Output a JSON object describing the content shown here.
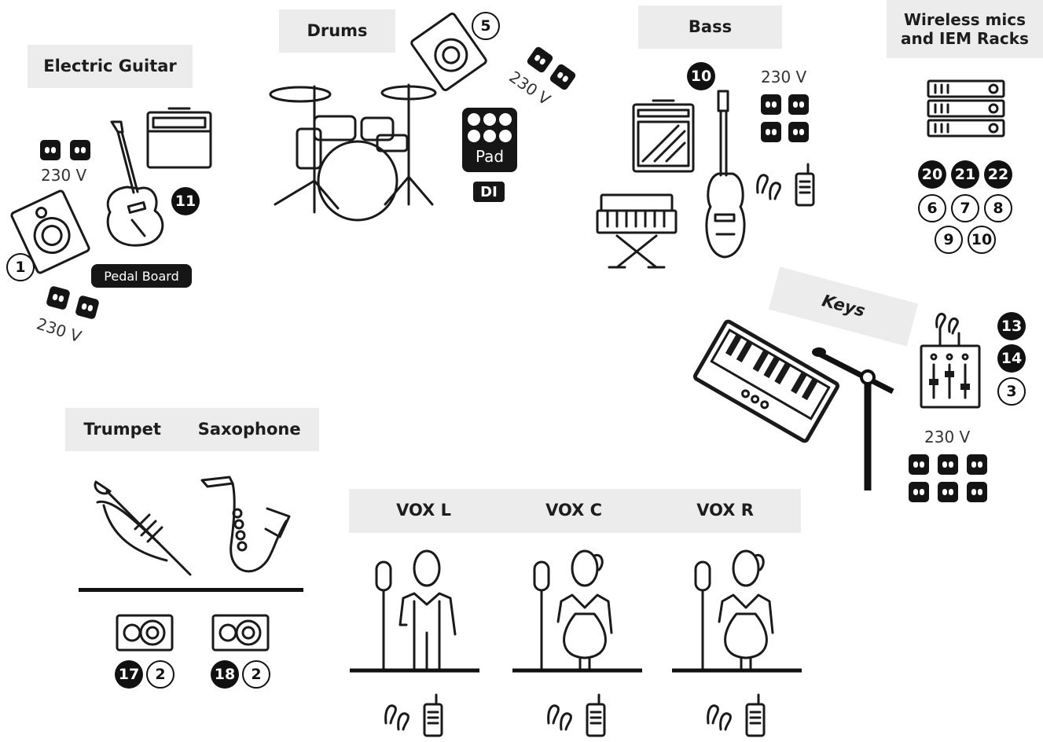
{
  "labels": {
    "electric_guitar": "Electric Guitar",
    "drums": "Drums",
    "bass": "Bass",
    "wireless": "Wireless mics and IEM Racks",
    "keys": "Keys",
    "trumpet": "Trumpet",
    "saxophone": "Saxophone",
    "vox_l": "VOX L",
    "vox_c": "VOX C",
    "vox_r": "VOX R"
  },
  "voltage": "230 V",
  "pedal_board": "Pedal Board",
  "pad_label": "Pad",
  "di_label": "DI",
  "numbers": {
    "guitar_amp": "11",
    "guitar_wedge": "1",
    "drum_wedge": "5",
    "bass_amp": "10",
    "rack_row1": [
      "20",
      "21",
      "22"
    ],
    "rack_row2": [
      "6",
      "7",
      "8"
    ],
    "rack_row3": [
      "9",
      "10"
    ],
    "keys_a": "13",
    "keys_b": "14",
    "keys_c": "3",
    "trumpet_in": "17",
    "trumpet_mon": "2",
    "sax_in": "18",
    "sax_mon": "2"
  }
}
